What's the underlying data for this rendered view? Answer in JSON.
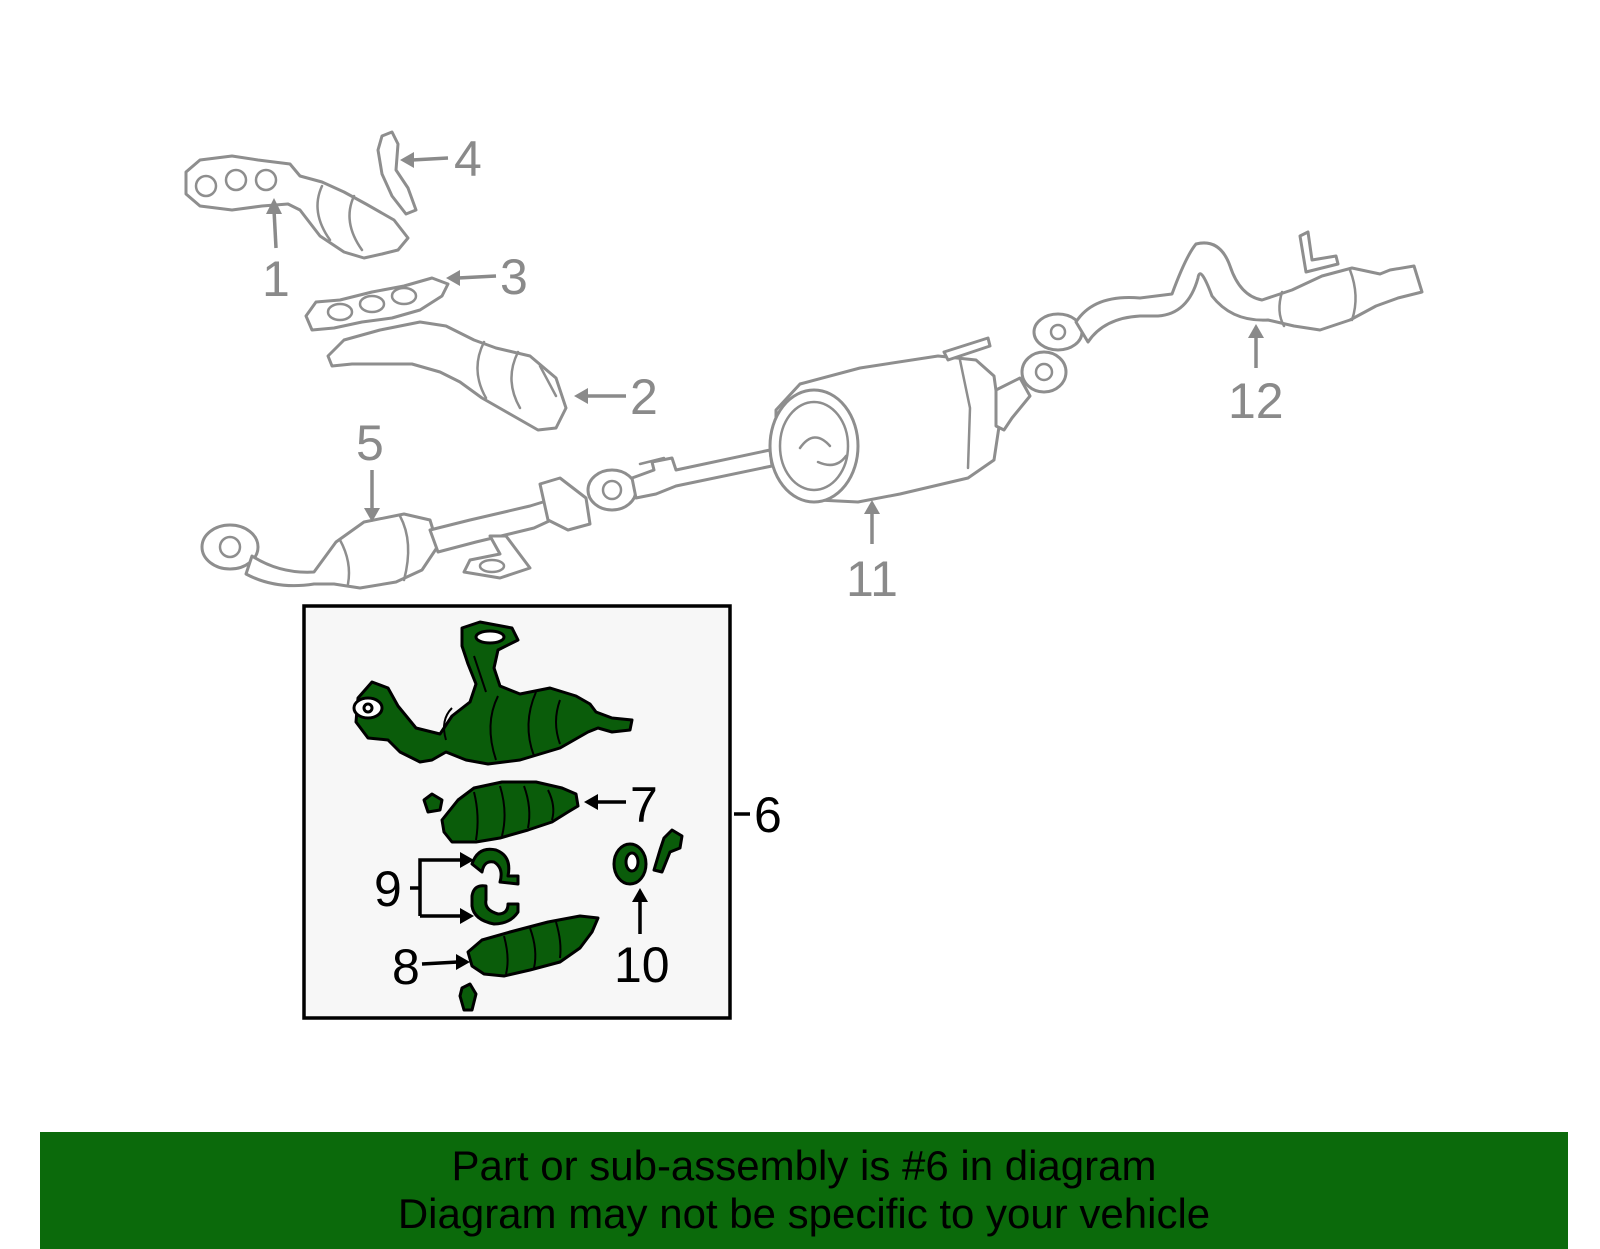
{
  "colors": {
    "accent_green": "#0b6a0b",
    "part_green": "#0a5c0a",
    "outline_gray": "#8e8e8e",
    "highlight_box_fill": "#f7f7f7"
  },
  "callouts": {
    "c1": "1",
    "c2": "2",
    "c3": "3",
    "c4": "4",
    "c5": "5",
    "c6": "6",
    "c7": "7",
    "c8": "8",
    "c9": "9",
    "c10": "10",
    "c11": "11",
    "c12": "12"
  },
  "banner": {
    "line1": "Part or sub-assembly is #6 in diagram",
    "line2": "Diagram may not be specific to your vehicle"
  }
}
